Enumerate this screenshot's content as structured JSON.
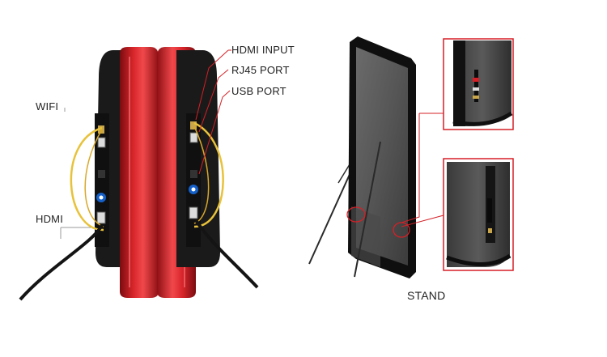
{
  "labels": {
    "hdmi_input": "HDMI  INPUT",
    "rj45_port": "RJ45   PORT",
    "usb_port": "USB   PORT",
    "wifi": "WIFI",
    "hdmi": "HDMI",
    "stand": "STAND"
  },
  "colors": {
    "frame_red": "#c8181d",
    "cable_yellow": "#e8c23a",
    "callout_red": "#d61f26",
    "panel_black": "#1a1a1a"
  }
}
